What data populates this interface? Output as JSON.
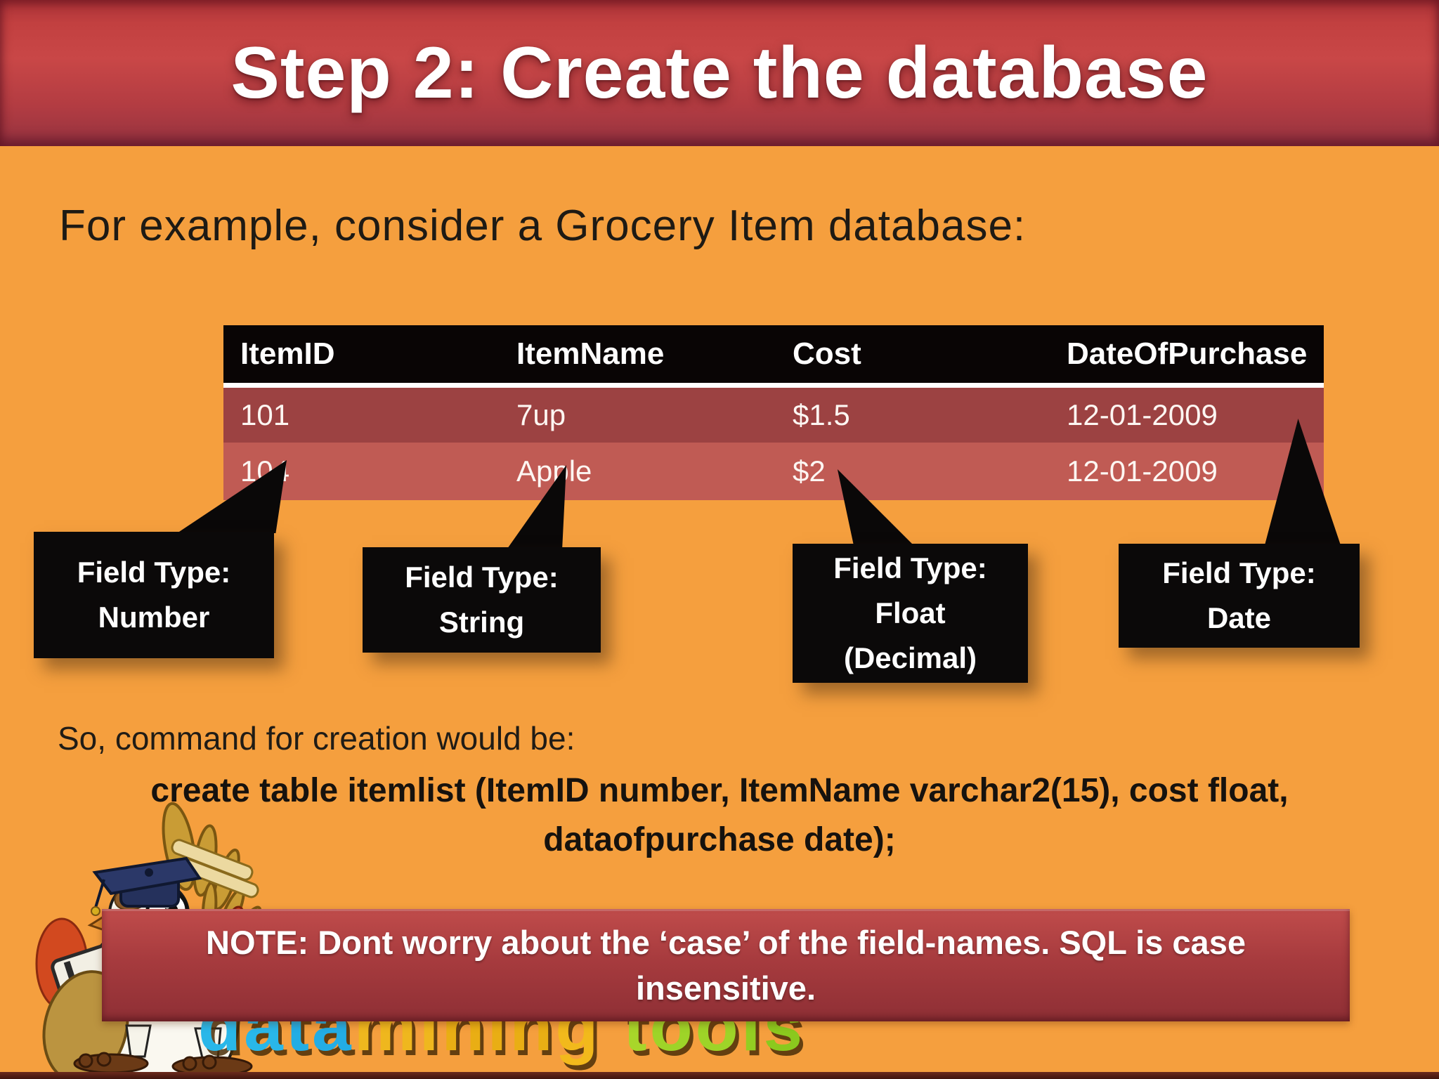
{
  "slide": {
    "title": "Step 2: Create the database",
    "heading": "For example, consider a Grocery Item database:",
    "colors": {
      "background": "#F59F3E",
      "banner_red": "#C24040",
      "banner_red_dark": "#953340",
      "table_header_bg": "#090505",
      "table_row1_bg": "#9C4242",
      "table_row2_bg": "#C05B54",
      "callout_bg": "#0B0909",
      "note_bg": "#A73B3E"
    }
  },
  "table": {
    "columns": [
      "ItemID",
      "ItemName",
      "Cost",
      "DateOfPurchase"
    ],
    "rows": [
      [
        "101",
        "7up",
        "$1.5",
        "12-01-2009"
      ],
      [
        "104",
        "Apple",
        "$2",
        "12-01-2009"
      ]
    ]
  },
  "callouts": [
    {
      "lines": [
        "Field Type:",
        "Number"
      ]
    },
    {
      "lines": [
        "Field Type:",
        "String"
      ]
    },
    {
      "lines": [
        "Field Type:",
        "Float",
        "(Decimal)"
      ]
    },
    {
      "lines": [
        "Field Type:",
        "Date"
      ]
    }
  ],
  "command": {
    "intro": "So, command for creation would be:",
    "line1": "create table itemlist (ItemID number, ItemName varchar2(15), cost float,",
    "line2": "dataofpurchase date);"
  },
  "note": {
    "line1": "NOTE: Dont worry about the ‘case’ of the field-names. SQL is case",
    "line2": "insensitive."
  },
  "logo": {
    "text": "datamining tools",
    "letters": [
      {
        "ch": "d",
        "color": "#29B7E9"
      },
      {
        "ch": "a",
        "color": "#29B7E9"
      },
      {
        "ch": "t",
        "color": "#23ADE4"
      },
      {
        "ch": "a",
        "color": "#23ADE4"
      },
      {
        "ch": "m",
        "color": "#EFB71E"
      },
      {
        "ch": "i",
        "color": "#EFB71E"
      },
      {
        "ch": "n",
        "color": "#E9AE14"
      },
      {
        "ch": "i",
        "color": "#E9AE14"
      },
      {
        "ch": "n",
        "color": "#E9AE14"
      },
      {
        "ch": "g",
        "color": "#F2B91C"
      },
      {
        "ch": " ",
        "color": "#000000"
      },
      {
        "ch": "t",
        "color": "#A8D62A"
      },
      {
        "ch": "o",
        "color": "#9ED428"
      },
      {
        "ch": "o",
        "color": "#9ED428"
      },
      {
        "ch": "l",
        "color": "#93CE22"
      },
      {
        "ch": "s",
        "color": "#8BC91E"
      }
    ]
  },
  "mascot": {
    "name": "graduate-bird-mascot"
  }
}
